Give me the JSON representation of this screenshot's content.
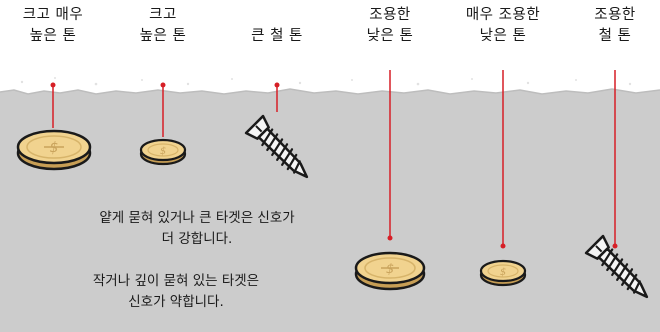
{
  "labels": {
    "large_very_high": "크고 매우\n높은 톤",
    "large_high": "크고\n높은 톤",
    "large_iron": "큰 철 톤",
    "quiet_low": "조용한\n낮은 톤",
    "very_quiet_low": "매우 조용한\n낮은 톤",
    "quiet_iron": "조용한\n철 톤"
  },
  "notes": {
    "shallow_large": "얕게 묻혀 있거나 큰 타겟은 신호가\n더 강합니다.",
    "small_deep": "작거나 깊이 묻혀 있는 타겟은\n신호가 약합니다."
  },
  "colors": {
    "ground": "#cccccc",
    "pointer": "#d61f26",
    "coin": "#f1d38f",
    "coin_edge": "#d7b46a",
    "screw": "#f5f5f5"
  },
  "icons": {
    "coin": "dollar-coin-icon",
    "screw": "screw-icon"
  }
}
